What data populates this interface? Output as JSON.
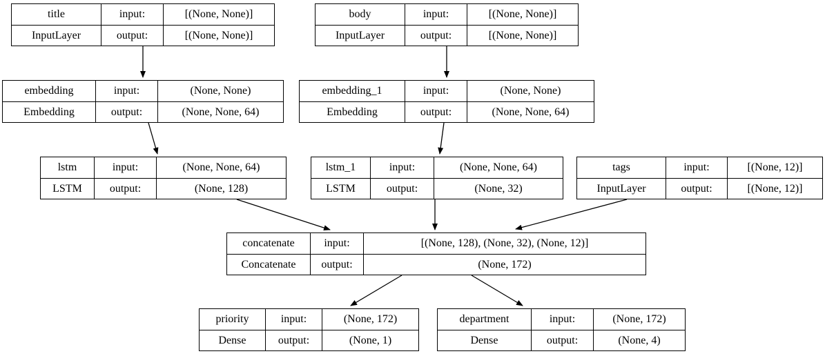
{
  "diagram": {
    "kind": "keras-model-plot",
    "colors": {
      "background": "#ffffff",
      "node_border": "#000000",
      "node_fill": "#ffffff",
      "text": "#000000",
      "edge": "#000000"
    },
    "labels": {
      "input": "input:",
      "output": "output:"
    },
    "nodes": [
      {
        "name": "title",
        "type": "InputLayer",
        "input_shape": "[(None, None)]",
        "output_shape": "[(None, None)]"
      },
      {
        "name": "body",
        "type": "InputLayer",
        "input_shape": "[(None, None)]",
        "output_shape": "[(None, None)]"
      },
      {
        "name": "embedding",
        "type": "Embedding",
        "input_shape": "(None, None)",
        "output_shape": "(None, None, 64)"
      },
      {
        "name": "embedding_1",
        "type": "Embedding",
        "input_shape": "(None, None)",
        "output_shape": "(None, None, 64)"
      },
      {
        "name": "lstm",
        "type": "LSTM",
        "input_shape": "(None, None, 64)",
        "output_shape": "(None, 128)"
      },
      {
        "name": "lstm_1",
        "type": "LSTM",
        "input_shape": "(None, None, 64)",
        "output_shape": "(None, 32)"
      },
      {
        "name": "tags",
        "type": "InputLayer",
        "input_shape": "[(None, 12)]",
        "output_shape": "[(None, 12)]"
      },
      {
        "name": "concatenate",
        "type": "Concatenate",
        "input_shape": "[(None, 128), (None, 32), (None, 12)]",
        "output_shape": "(None, 172)"
      },
      {
        "name": "priority",
        "type": "Dense",
        "input_shape": "(None, 172)",
        "output_shape": "(None, 1)"
      },
      {
        "name": "department",
        "type": "Dense",
        "input_shape": "(None, 172)",
        "output_shape": "(None, 4)"
      }
    ],
    "edges": [
      {
        "from": "title",
        "to": "embedding"
      },
      {
        "from": "body",
        "to": "embedding_1"
      },
      {
        "from": "embedding",
        "to": "lstm"
      },
      {
        "from": "embedding_1",
        "to": "lstm_1"
      },
      {
        "from": "lstm",
        "to": "concatenate"
      },
      {
        "from": "lstm_1",
        "to": "concatenate"
      },
      {
        "from": "tags",
        "to": "concatenate"
      },
      {
        "from": "concatenate",
        "to": "priority"
      },
      {
        "from": "concatenate",
        "to": "department"
      }
    ]
  }
}
